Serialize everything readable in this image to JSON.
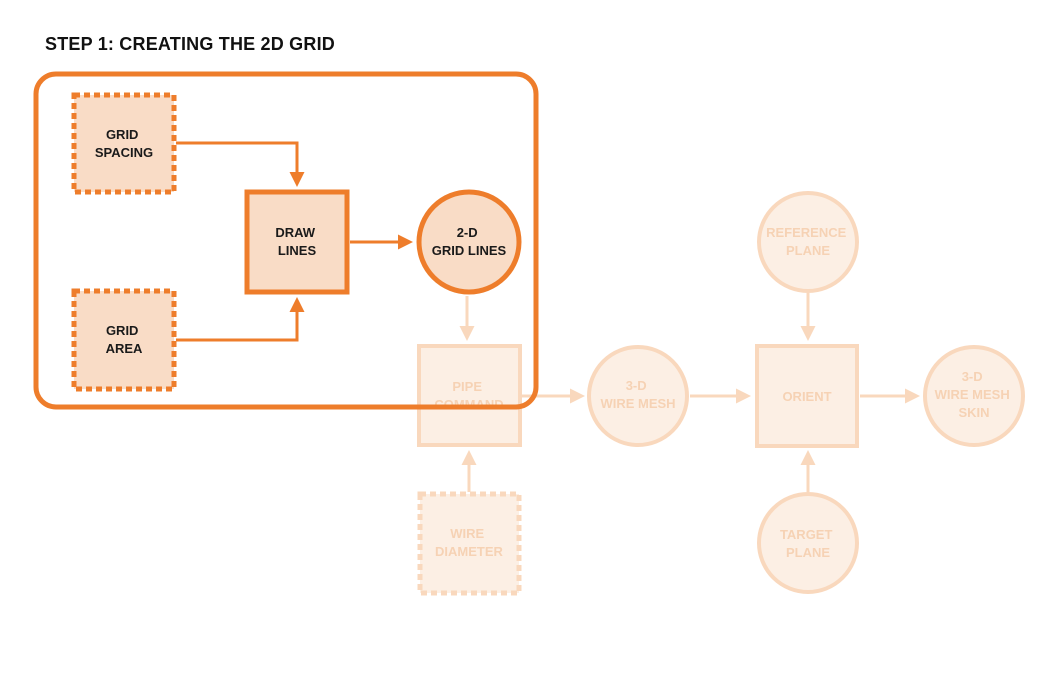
{
  "title": "STEP 1: CREATING THE 2D GRID",
  "colors": {
    "accent": "#ee7d2b",
    "fill": "#f9dcc6",
    "faint_stroke": "#f9d8bd",
    "faint_fill": "#fcefe4",
    "faint_text": "#f6d2b4",
    "text": "#1a1a1a"
  },
  "nodes": {
    "grid_spacing": [
      "GRID",
      "SPACING"
    ],
    "grid_area": [
      "GRID",
      "AREA"
    ],
    "draw_lines": [
      "DRAW",
      "LINES"
    ],
    "grid_lines_2d": [
      "2-D",
      "GRID LINES"
    ],
    "reference_plane": [
      "REFERENCE",
      "PLANE"
    ],
    "pipe_command": [
      "PIPE",
      "COMMAND"
    ],
    "wire_mesh_3d": [
      "3-D",
      "WIRE MESH"
    ],
    "orient": [
      "ORIENT"
    ],
    "wire_mesh_skin_3d": [
      "3-D",
      "WIRE MESH",
      "SKIN"
    ],
    "wire_diameter": [
      "WIRE",
      "DIAMETER"
    ],
    "target_plane": [
      "TARGET",
      "PLANE"
    ]
  }
}
